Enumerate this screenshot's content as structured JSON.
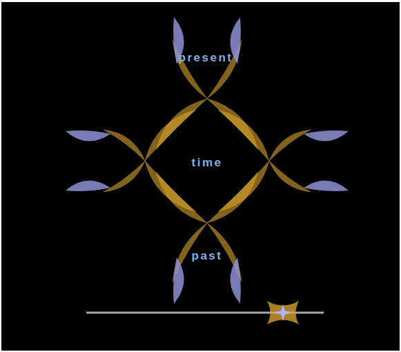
{
  "diagram": {
    "labels": [
      "present",
      "time",
      "past"
    ]
  }
}
